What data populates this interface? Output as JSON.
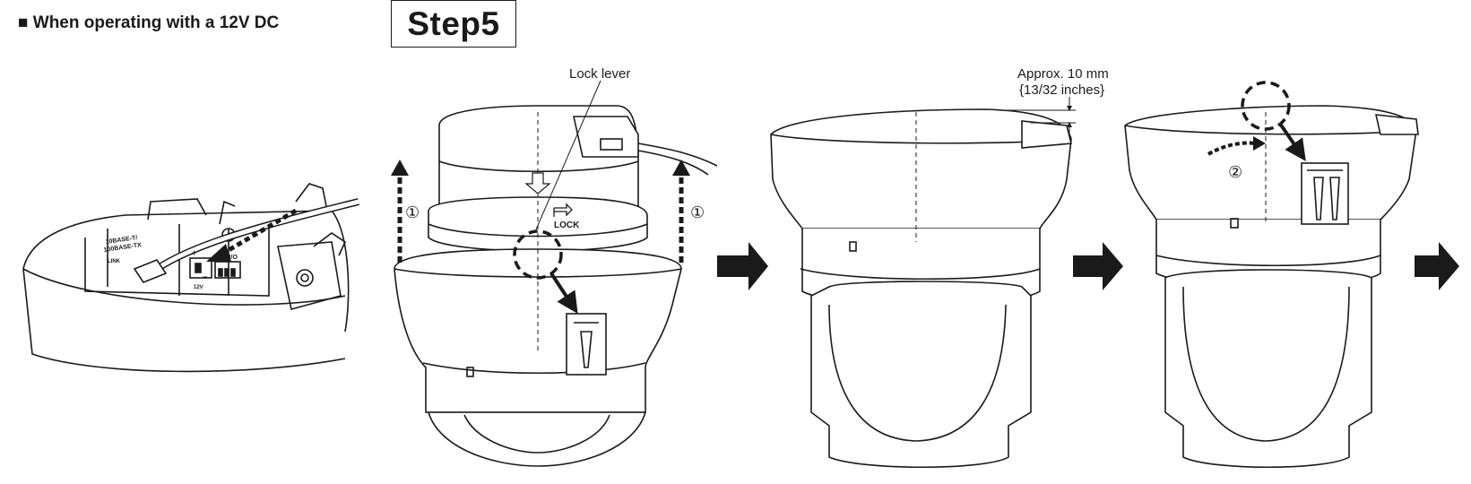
{
  "section_heading": "■ When operating with a 12V DC",
  "step_title": "Step5",
  "labels": {
    "lock_lever": "Lock lever",
    "approx_line1": "Approx. 10 mm",
    "approx_line2": "{13/32 inches}",
    "lock": "LOCK",
    "circled_one": "①",
    "circled_two": "②"
  },
  "connector_labels": {
    "ethernet_1": "10BASE-T/",
    "ethernet_2": "100BASE-TX",
    "link": "LINK",
    "ext_io": "EXT I/O",
    "dc12v": "12V",
    "plus": "+",
    "minus": "−"
  }
}
